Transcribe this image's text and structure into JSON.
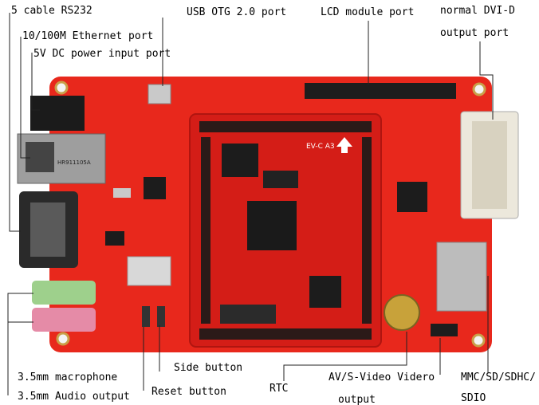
{
  "labels": {
    "rs232": "5 cable RS232",
    "usb_otg": "USB OTG 2.0 port",
    "lcd": "LCD module port",
    "dvi_line1": "normal DVI-D",
    "dvi_line2": "output port",
    "ethernet": "10/100M Ethernet port",
    "power": "5V DC power input port",
    "mic": "3.5mm macrophone",
    "audio_out": "3.5mm Audio output",
    "side_button": "Side button",
    "reset_button": "Reset button",
    "rtc": "RTC",
    "av_line1": "AV/S-Video Videro",
    "av_line2": "output",
    "sd_line1": "MMC/SD/SDHC/",
    "sd_line2": "SDIO"
  },
  "board_marks": {
    "core_module": "EV-C A3",
    "eth_chip": "HR911105A"
  },
  "colors": {
    "board": "#e8281c",
    "core": "#d41d17",
    "leader": "#222222",
    "label_text": "#000000"
  }
}
